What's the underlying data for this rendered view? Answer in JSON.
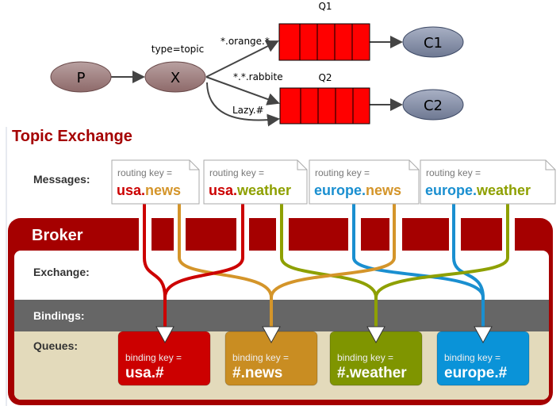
{
  "top": {
    "producer": "P",
    "exchange": "X",
    "exchange_type": "type=topic",
    "queue1": "Q1",
    "queue2": "Q2",
    "consumer1": "C1",
    "consumer2": "C2",
    "binding1": "*.orange.*",
    "binding2": "*.*.rabbite",
    "binding3": "Lazy.#"
  },
  "bottom": {
    "title": "Topic Exchange",
    "messages_label": "Messages:",
    "broker_label": "Broker",
    "exchange_label": "Exchange:",
    "bindings_label": "Bindings:",
    "queues_label": "Queues:",
    "routing_prefix": "routing key =",
    "binding_prefix": "binding key =",
    "messages": [
      {
        "part1": "usa",
        "dot": ".",
        "part2": "news"
      },
      {
        "part1": "usa",
        "dot": ".",
        "part2": "weather"
      },
      {
        "part1": "europe",
        "dot": ".",
        "part2": "news"
      },
      {
        "part1": "europe",
        "dot": ".",
        "part2": "weather"
      }
    ],
    "queues": [
      {
        "key": "usa.#",
        "color": "#cc0000"
      },
      {
        "key": "#.news",
        "color": "#c98d22"
      },
      {
        "key": "#.weather",
        "color": "#7f9500"
      },
      {
        "key": "europe.#",
        "color": "#0a93d8"
      }
    ]
  },
  "colors": {
    "usa": "#cc0000",
    "news": "#d4952a",
    "weather": "#8ea000",
    "europe": "#1a8fd0",
    "broker": "#a50000"
  }
}
